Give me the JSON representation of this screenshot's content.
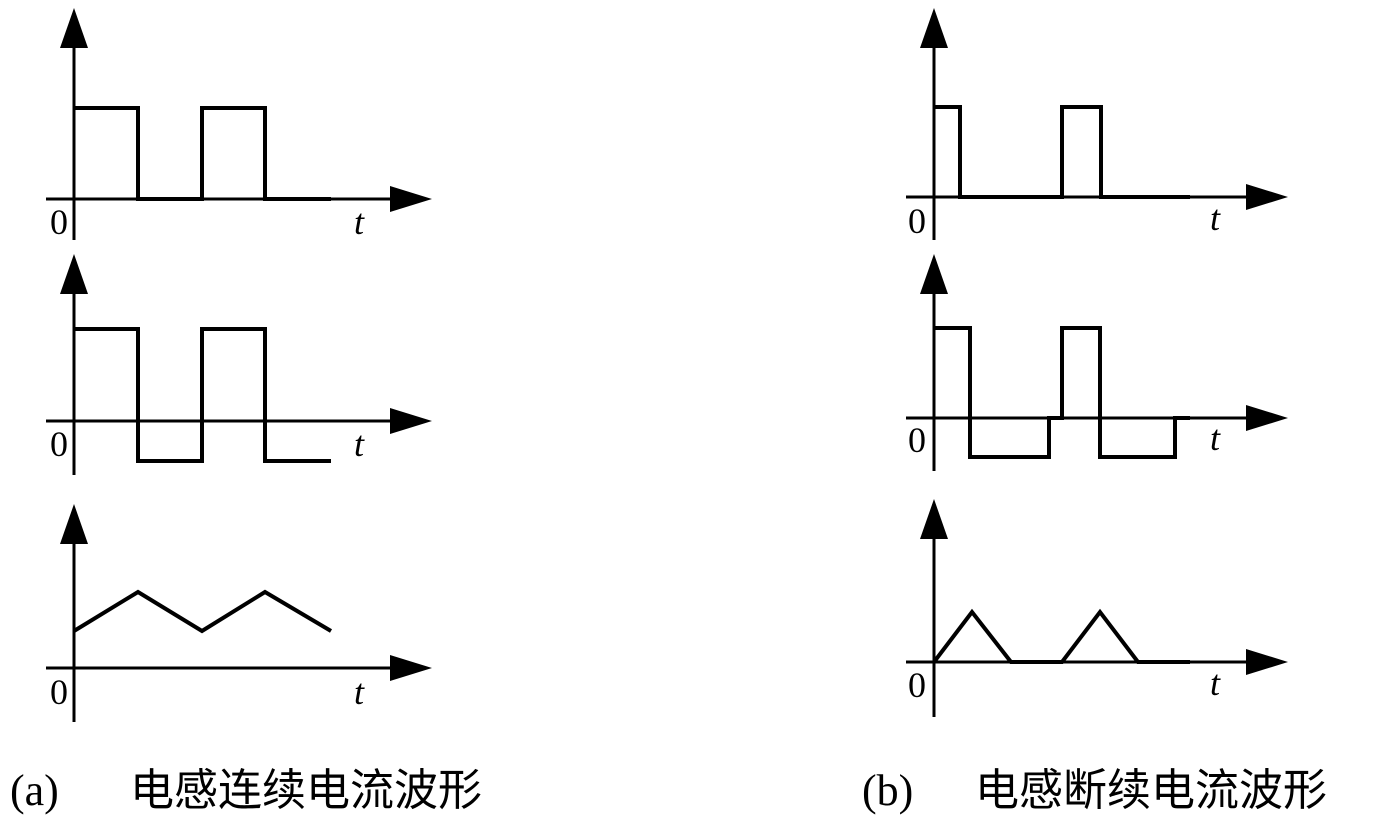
{
  "panels": [
    {
      "id": "a",
      "caption_tag": "(a)",
      "caption_text": "电感连续电流波形",
      "plots": [
        {
          "kind": "square",
          "origin": "0",
          "time_label": "t"
        },
        {
          "kind": "bipolar-square",
          "origin": "0",
          "time_label": "t"
        },
        {
          "kind": "triangle-continuous",
          "origin": "0",
          "time_label": "t"
        }
      ]
    },
    {
      "id": "b",
      "caption_tag": "(b)",
      "caption_text": "电感断续电流波形",
      "plots": [
        {
          "kind": "narrow-pulse",
          "origin": "0",
          "time_label": "t"
        },
        {
          "kind": "bipolar-with-gaps",
          "origin": "0",
          "time_label": "t"
        },
        {
          "kind": "triangle-discontinuous",
          "origin": "0",
          "time_label": "t"
        }
      ]
    }
  ]
}
